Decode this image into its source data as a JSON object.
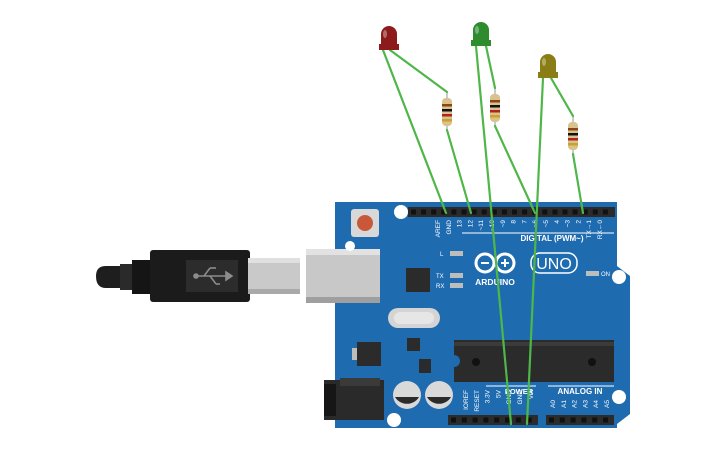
{
  "board": {
    "brand_text": "ARDUINO",
    "model_text": "UNO",
    "digital_header_label": "DIGITAL (PWM~)",
    "analog_header_label": "ANALOG IN",
    "power_header_label": "POWER",
    "on_label": "ON",
    "led_labels": {
      "l": "L",
      "tx": "TX",
      "rx": "RX"
    },
    "digital_pin_labels": [
      "AREF",
      "GND",
      "13",
      "12",
      "~11",
      "~10",
      "~9",
      "8",
      "7",
      "~6",
      "~5",
      "4",
      "~3",
      "2",
      "TX→1",
      "RX←0"
    ],
    "power_pin_labels": [
      "IOREF",
      "RESET",
      "3.3V",
      "5V",
      "GND",
      "GND",
      "Vin"
    ],
    "analog_pin_labels": [
      "A0",
      "A1",
      "A2",
      "A3",
      "A4",
      "A5"
    ],
    "colors": {
      "board": "#1f6bb0",
      "header": "#2b2b2b",
      "wire": "#4fb648"
    }
  },
  "leds": [
    {
      "name": "red",
      "color": "#8e1b1b"
    },
    {
      "name": "green",
      "color": "#2e8b2e"
    },
    {
      "name": "yellow",
      "color": "#8a7d15"
    }
  ],
  "icons": {
    "usb_cable": "usb-cable-icon",
    "resistor": "resistor-icon",
    "capacitor": "capacitor-icon",
    "chip": "chip-icon"
  }
}
